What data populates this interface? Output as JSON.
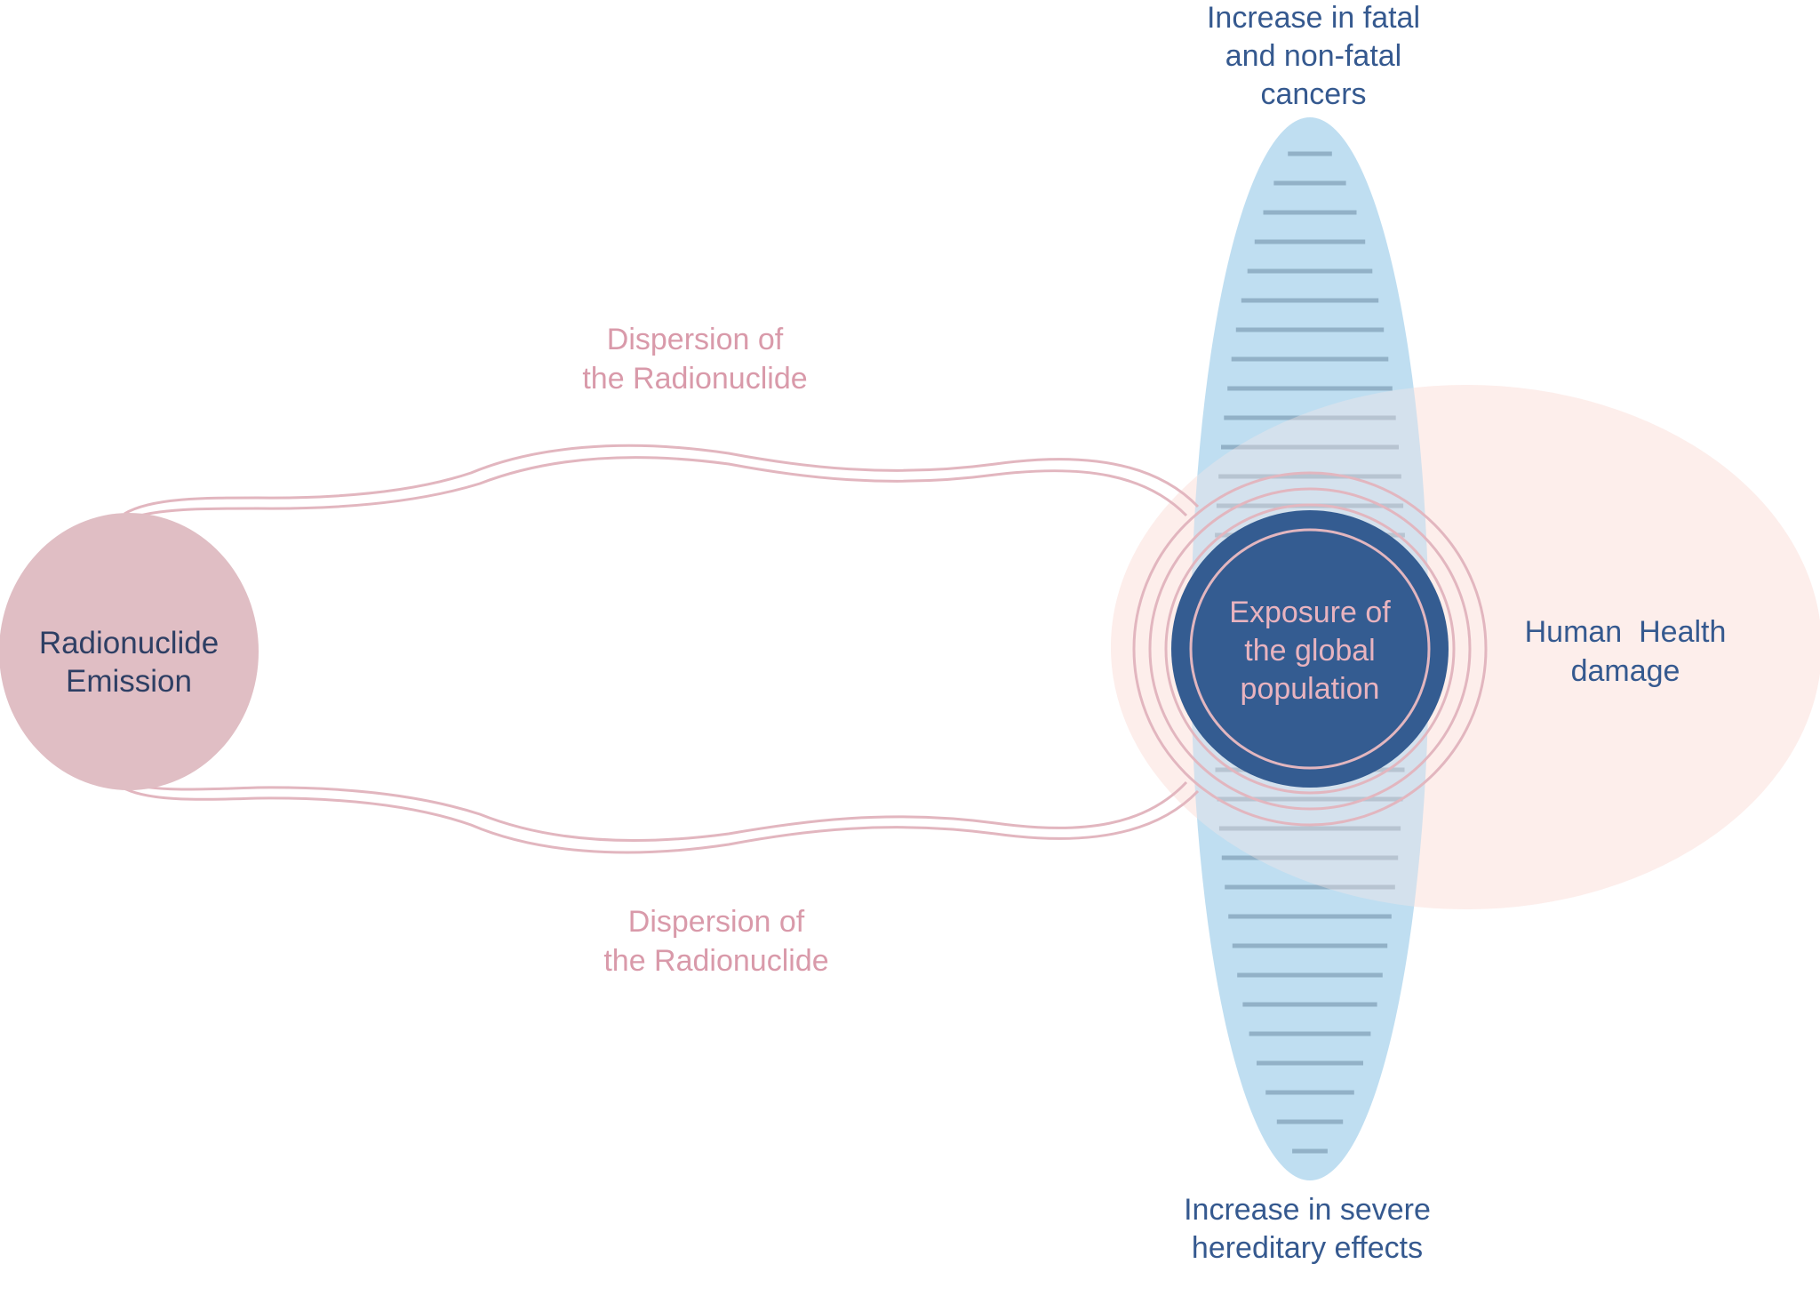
{
  "source_node": {
    "line1": "Radionuclide",
    "line2": "Emission"
  },
  "dispersion_top": {
    "line1": "Dispersion of",
    "line2": "the Radionuclide"
  },
  "dispersion_bottom": {
    "line1": "Dispersion of",
    "line2": "the Radionuclide"
  },
  "exposure_node": {
    "line1": "Exposure of",
    "line2": "the global",
    "line3": "population"
  },
  "effect_top": {
    "line1": "Increase in fatal",
    "line2": "and non-fatal",
    "line3": "cancers"
  },
  "effect_bottom": {
    "line1": "Increase in severe",
    "line2": "hereditary effects"
  },
  "damage_node": {
    "line1": "Human  Health",
    "line2": "damage"
  },
  "colors": {
    "source_fill": "#e0bec4",
    "exposure_fill": "#345c91",
    "effects_fill": "#bcdcf0",
    "damage_fill": "#fdf1ef",
    "link_stroke": "#e2b6bf",
    "label_pink": "#d99aaa",
    "label_blue": "#35598f"
  }
}
